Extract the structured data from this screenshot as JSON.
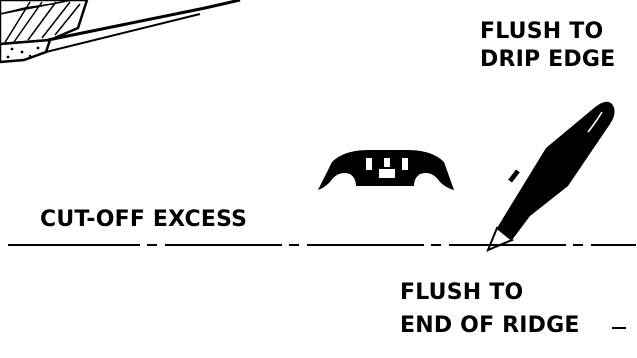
{
  "labels": {
    "flush_to_drip_edge": {
      "line1": "FLUSH TO",
      "line2": "DRIP EDGE"
    },
    "cut_off_excess": "CUT-OFF EXCESS",
    "flush_to_end_of_ridge": {
      "line1": "FLUSH TO",
      "line2": "END OF RIDGE"
    }
  },
  "icons": {
    "shingle": "shingle-bundle-icon",
    "blade": "hook-blade-icon",
    "knife": "utility-knife-icon"
  },
  "colors": {
    "ink": "#000000",
    "background": "#ffffff"
  }
}
